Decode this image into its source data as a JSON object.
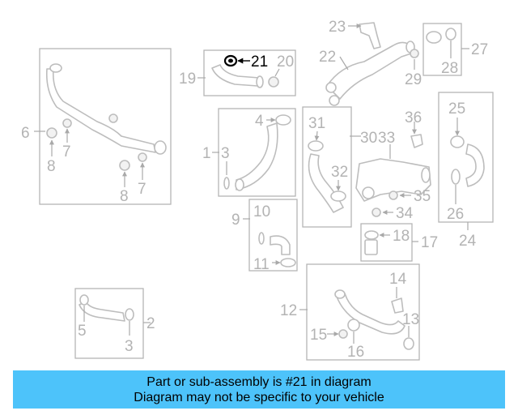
{
  "callouts": {
    "n1": "1",
    "n2": "2",
    "n3a": "3",
    "n3b": "3",
    "n4": "4",
    "n5": "5",
    "n6": "6",
    "n7a": "7",
    "n7b": "7",
    "n8a": "8",
    "n8b": "8",
    "n9": "9",
    "n10": "10",
    "n11": "11",
    "n12": "12",
    "n13": "13",
    "n14": "14",
    "n15": "15",
    "n16": "16",
    "n17": "17",
    "n18": "18",
    "n19": "19",
    "n20": "20",
    "n21": "21",
    "n22": "22",
    "n23": "23",
    "n24": "24",
    "n25": "25",
    "n26": "26",
    "n27": "27",
    "n28": "28",
    "n29": "29",
    "n30": "30",
    "n31": "31",
    "n32": "32",
    "n33": "33",
    "n34": "34",
    "n35": "35",
    "n36": "36"
  },
  "highlighted_part": "21",
  "banner": {
    "line1": "Part or sub-assembly is #21 in diagram",
    "line2": "Diagram may not be specific to your vehicle"
  },
  "colors": {
    "banner_bg": "#4dc3fa",
    "highlight": "#000000",
    "diagram_lines": "#b5b5b5"
  }
}
